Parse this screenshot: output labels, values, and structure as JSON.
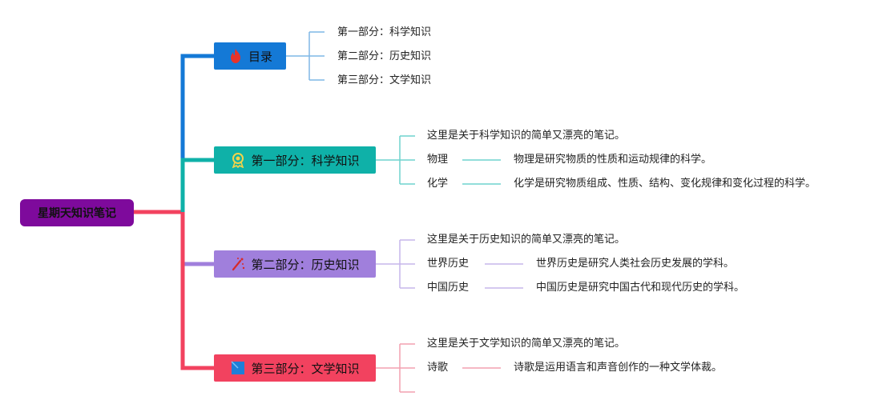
{
  "root": {
    "label": "星期天知识笔记"
  },
  "colors": {
    "root": "#7e0a9c",
    "toc": "#1479d6",
    "science": "#0fb1a8",
    "history": "#a07fdc",
    "literature": "#f2425f"
  },
  "branches": [
    {
      "label": "目录",
      "icon": "fire-icon",
      "items": [
        "第一部分：科学知识",
        "第二部分：历史知识",
        "第三部分：文学知识"
      ]
    },
    {
      "label": "第一部分：科学知识",
      "icon": "medal-icon",
      "intro": "这里是关于科学知识的简单又漂亮的笔记。",
      "topics": [
        {
          "name": "物理",
          "desc": "物理是研究物质的性质和运动规律的科学。"
        },
        {
          "name": "化学",
          "desc": "化学是研究物质组成、性质、结构、变化规律和变化过程的科学。"
        }
      ]
    },
    {
      "label": "第二部分：历史知识",
      "icon": "sparkle-icon",
      "intro": "这里是关于历史知识的简单又漂亮的笔记。",
      "topics": [
        {
          "name": "世界历史",
          "desc": "世界历史是研究人类社会历史发展的学科。"
        },
        {
          "name": "中国历史",
          "desc": "中国历史是研究中国古代和现代历史的学科。"
        }
      ]
    },
    {
      "label": "第三部分：文学知识",
      "icon": "square-icon",
      "intro": "这里是关于文学知识的简单又漂亮的笔记。",
      "topics": [
        {
          "name": "诗歌",
          "desc": "诗歌是运用语言和声音创作的一种文学体裁。"
        }
      ]
    }
  ]
}
